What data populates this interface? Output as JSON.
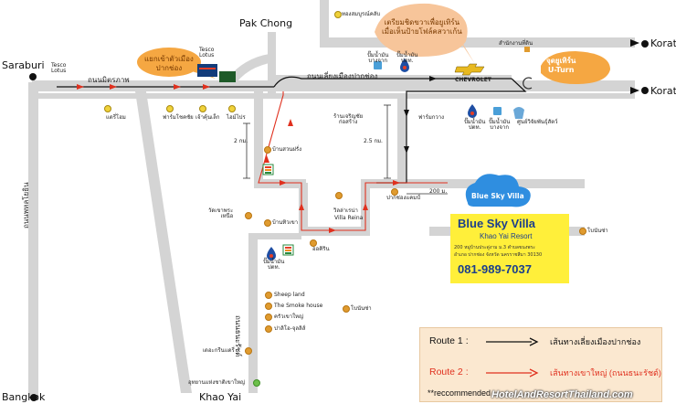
{
  "places": {
    "saraburi": "Saraburi",
    "pak_chong": "Pak Chong",
    "korat_top": "Korat",
    "korat_mid": "Korat",
    "bangkok": "Bangkok",
    "khao_yai": "Khao Yai",
    "tesco_lotus_left": "Tesco\nLotus",
    "tesco_lotus_top": "Tesco\nLotus",
    "road_mittraphap": "ถนนมิตรภาพ",
    "road_bypass": "ถนนเลี่ยงเมืองปากช่อง",
    "road_phahonyothin": "ถนนพหลโยธิน",
    "road_thanarat": "ถนนธนะรัชต์",
    "thong_sombun": "ทองสมบูรณ์คลับ",
    "farm_chokchai": "ฟาร์มโชคชัย",
    "saraburi_chom": "แดรี่โฮม",
    "chao_lek": "เจ้าคุ้นเล็ก",
    "hai_phan": "ไฮม์ไปร",
    "ban_suan": "บ้านสวนฝรั่ง",
    "wat_tham": "วัดเขาพระ\nเหนือ",
    "ban_thiu": "บ้านทิวเขา",
    "orchid": "ออคิริน",
    "pump_1": "ปั๊มน้ำมัน\nบางจาก",
    "pump_2": "ปั๊มน้ำมัน\nปตท.",
    "pump_3": "ปั๊มน้ำมัน\nปตท.",
    "pump_4": "ปั๊มน้ำมัน\nบางจาก",
    "pump_5": "ปั๊มน้ำมัน\nปตท.",
    "chevrolet": "CHEVROLET",
    "land_office": "สำนักงานที่ดิน",
    "u_turn": "จุดยูเทิร์น\nU-Turn",
    "farm_kwang": "ฟาร์มกวาง",
    "shop_krati": "ร้านเจริญชัย\nก่อสร้าง",
    "research_center": "ศูนย์วิจัยพันธุ์สัตว์",
    "pak_chong_camp": "ปากช่องแคมป์",
    "villa_reina_th": "วิลล่าเรน่า",
    "villa_reina_en": "Villa Reina",
    "sheep_land": "Sheep land",
    "smoke_house": "The Smoke house",
    "krua_khao_yai": "ครัวเขาใหญ่",
    "palio": "ปาลิโอ-จุลลิส์",
    "bonanza_2": "โบนันซ่า",
    "dairy_2": "เดอะกรีนแดรี่",
    "national_park": "อุทยานแห่งชาติเขาใหญ่",
    "bonanza": "โบนันซ่า",
    "dist_2km": "2 กม.",
    "dist_25km": "2.5 กม.",
    "dist_200m": "200 ม.",
    "bubble_left": "แยกเข้าตัวเมือง\nปากช่อง",
    "bubble_right": "เตรียมชิดขวาเพื่อยูเทิร์น\nเมื่อเห็นป้ายโฟล์คสวาเก้น",
    "blue_sky_cloud": "Blue Sky Villa"
  },
  "infobox": {
    "title": "Blue Sky Villa",
    "subtitle": "Khao Yai Resort",
    "address_1": "200 หมู่บ้านประดู่งาม ม.3 ตำบลขนงพระ",
    "address_2": "อำเภอ ปากช่อง จังหวัด นครราชสีมา 30130",
    "phone": "081-989-7037"
  },
  "legend": {
    "route1_label": "Route 1 :",
    "route1_desc": "เส้นทางเลี่ยงเมืองปากช่อง",
    "route2_label": "Route 2 :",
    "route2_desc": "เส้นทางเขาใหญ่ (ถนนธนะรัชต์)",
    "note": "**reccommended",
    "route1_color": "#111111",
    "route2_color": "#e0301e"
  },
  "watermark": "HotelAndResortThailand.com",
  "colors": {
    "road": "#d4d4d4",
    "road_edge": "#c4c4c4",
    "route1": "#111111",
    "route2": "#e0301e",
    "bubble_fill": "#f5a742",
    "bubble_right_fill": "#f7c59a",
    "cloud": "#2f8ee0",
    "infobox": "#ffef3a"
  }
}
